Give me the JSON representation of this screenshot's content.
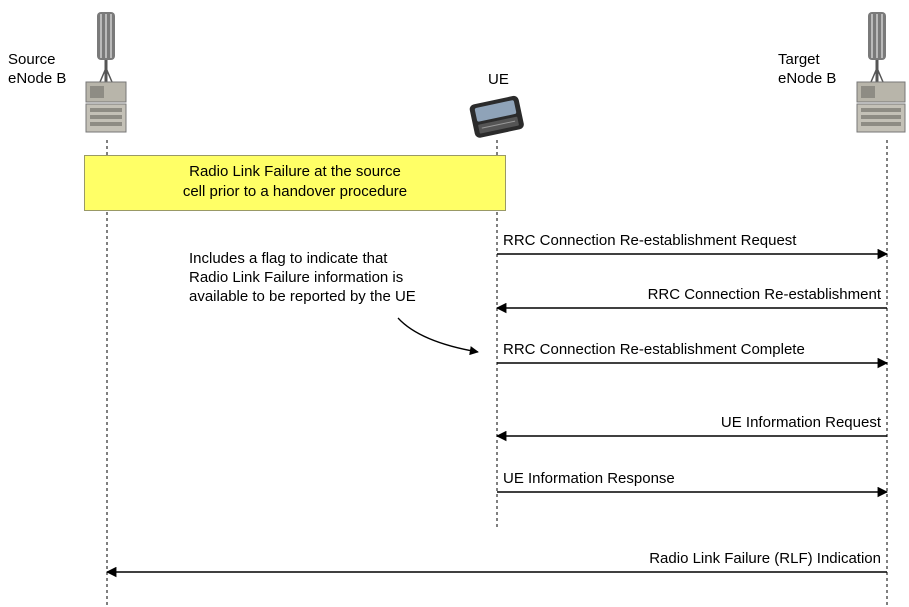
{
  "nodes": {
    "source": {
      "line1": "Source",
      "line2": "eNode B",
      "icon": "cell-tower-icon"
    },
    "ue": {
      "label": "UE",
      "icon": "mobile-phone-icon"
    },
    "target": {
      "line1": "Target",
      "line2": "eNode B",
      "icon": "cell-tower-icon"
    }
  },
  "callout": {
    "line1": "Radio Link Failure at the source",
    "line2": "cell prior to a handover procedure",
    "color": "#ffff66"
  },
  "note": {
    "line1": "Includes a flag to indicate that",
    "line2": "Radio Link Failure information is",
    "line3": "available to be reported by the UE"
  },
  "messages": [
    {
      "label": "RRC Connection Re-establishment Request",
      "from": "ue",
      "to": "target"
    },
    {
      "label": "RRC Connection Re-establishment",
      "from": "target",
      "to": "ue"
    },
    {
      "label": "RRC Connection Re-establishment Complete",
      "from": "ue",
      "to": "target"
    },
    {
      "label": "UE Information Request",
      "from": "target",
      "to": "ue"
    },
    {
      "label": "UE Information Response",
      "from": "ue",
      "to": "target"
    },
    {
      "label": "Radio Link Failure (RLF) Indication",
      "from": "target",
      "to": "source"
    }
  ]
}
